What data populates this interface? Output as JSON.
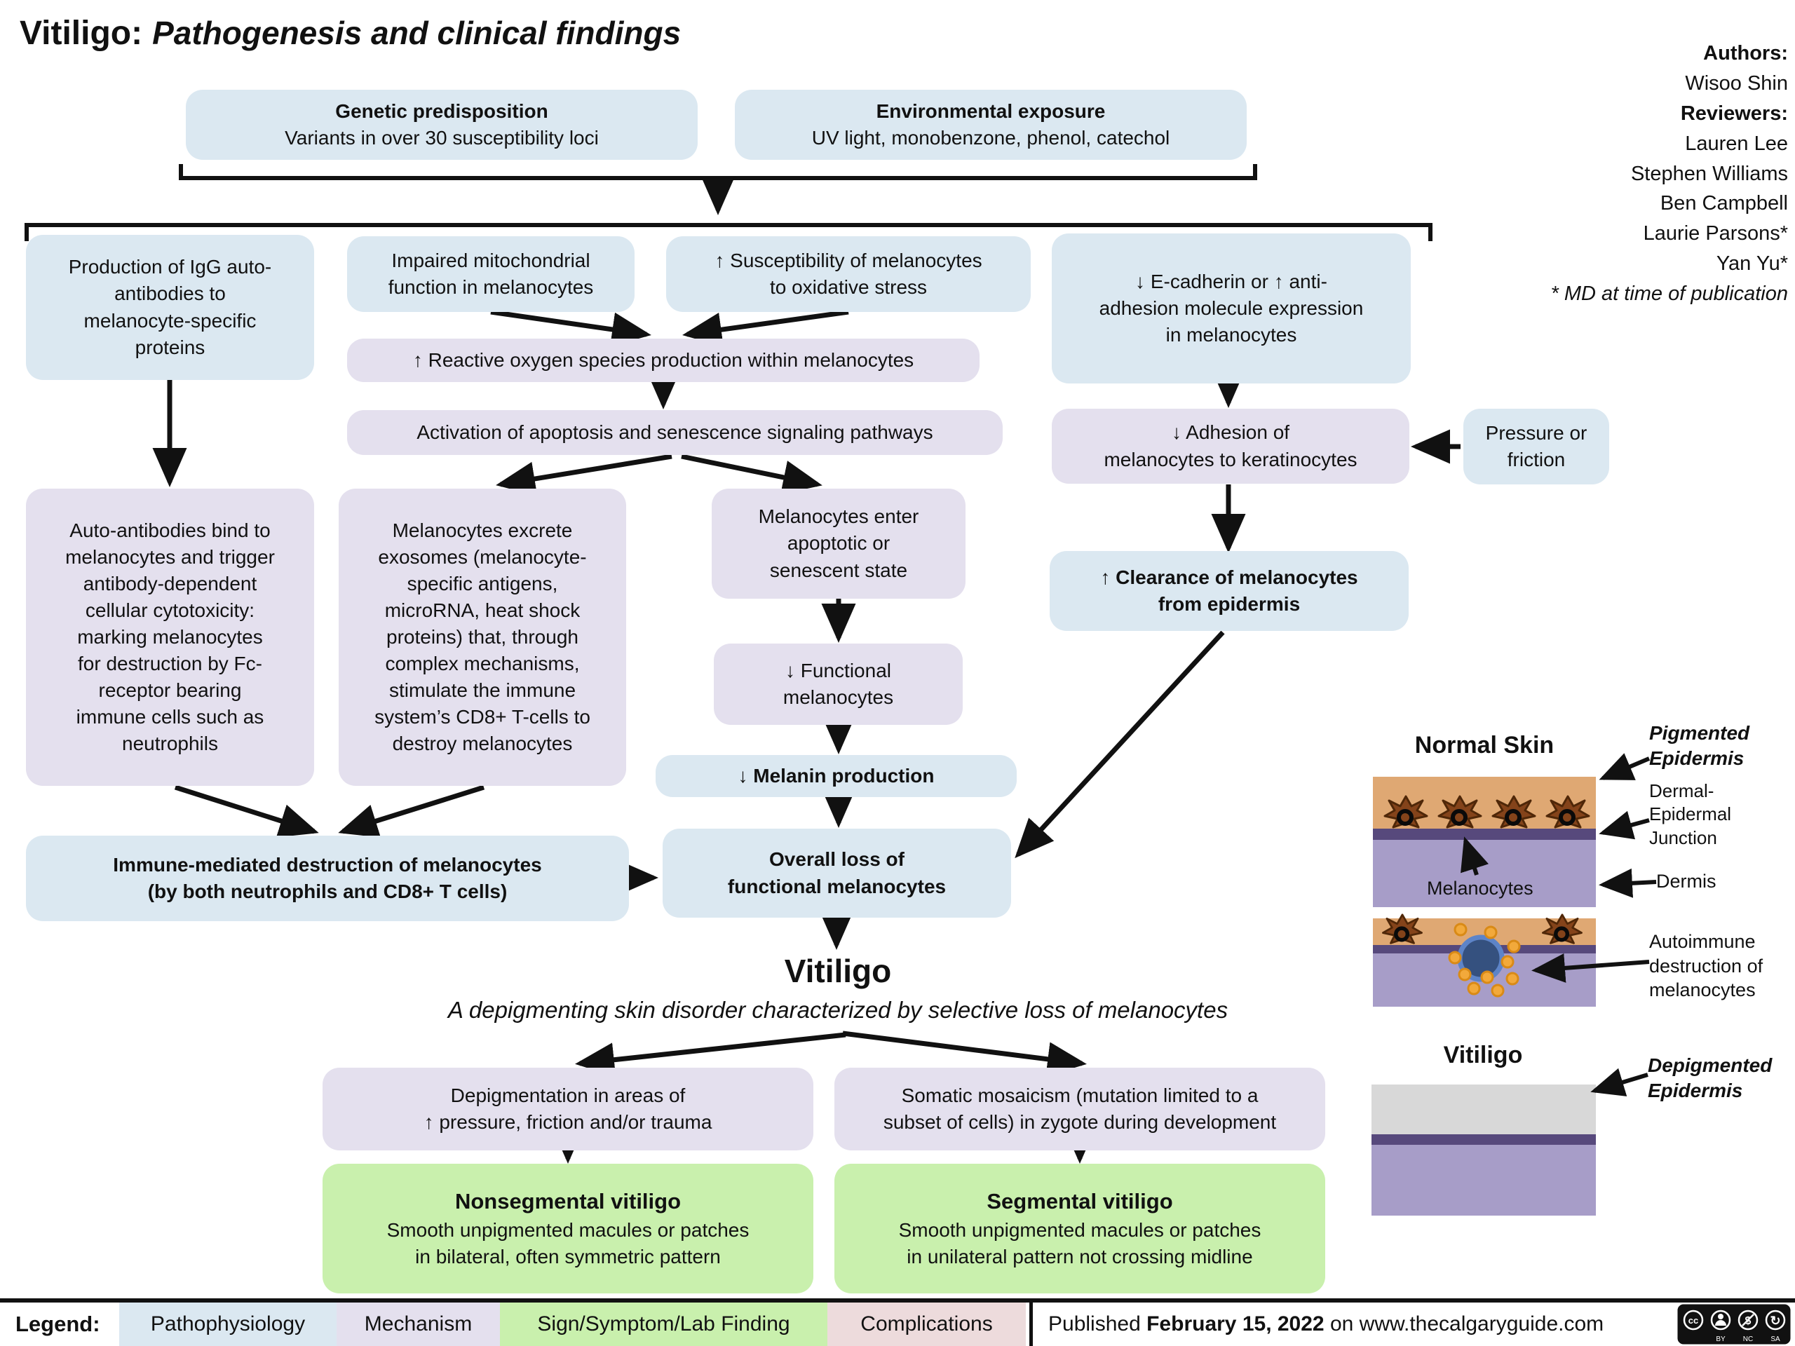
{
  "title": {
    "prefix": "Vitiligo:",
    "rest": "Pathogenesis and clinical findings"
  },
  "credits": {
    "authors_label": "Authors:",
    "authors": "Wisoo Shin",
    "reviewers_label": "Reviewers:",
    "reviewers": "Lauren Lee\nStephen Williams\nBen Campbell\nLaurie Parsons*\nYan Yu*",
    "note": "* MD at time of publication"
  },
  "flow": {
    "genetic_title": "Genetic predisposition",
    "genetic_sub": "Variants in over 30 susceptibility loci",
    "env_title": "Environmental exposure",
    "env_sub": "UV light, monobenzone, phenol, catechol",
    "igg": "Production of IgG auto-\nantibodies to\nmelanocyte-specific\nproteins",
    "mito": "Impaired mitochondrial\nfunction in melanocytes",
    "suscept": "↑ Susceptibility of melanocytes\nto oxidative stress",
    "ecad": "↓ E-cadherin or ↑ anti-\nadhesion molecule expression\nin melanocytes",
    "ros": "↑ Reactive oxygen species production within melanocytes",
    "activation": "Activation of apoptosis and senescence signaling pathways",
    "autoantibodies": "Auto-antibodies bind to\nmelanocytes and trigger\nantibody-dependent\ncellular cytotoxicity:\nmarking melanocytes\nfor destruction by Fc-\nreceptor bearing\nimmune cells such as\nneutrophils",
    "exosomes": "Melanocytes excrete\nexosomes (melanocyte-\nspecific antigens,\nmicroRNA, heat shock\nproteins) that, through\ncomplex mechanisms,\nstimulate the immune\nsystem’s CD8+ T-cells to\ndestroy melanocytes",
    "apoptotic_state": "Melanocytes enter\napoptotic or\nsenescent state",
    "functional": "↓ Functional\nmelanocytes",
    "melanin": "↓ Melanin production",
    "adhesion": "↓ Adhesion of\nmelanocytes to keratinocytes",
    "pressure": "Pressure or\nfriction",
    "clearance": "↑ Clearance of melanocytes\nfrom epidermis",
    "immune_destruction": "Immune-mediated destruction of melanocytes\n(by both neutrophils and CD8+ T cells)",
    "overall_loss": "Overall loss of\nfunctional melanocytes",
    "vitiligo_title": "Vitiligo",
    "vitiligo_sub": "A depigmenting skin disorder characterized by selective loss of melanocytes",
    "depig": "Depigmentation in areas of\n↑ pressure, friction and/or trauma",
    "somatic": "Somatic mosaicism (mutation limited to a\nsubset of cells) in zygote during development",
    "nonseg_title": "Nonsegmental vitiligo",
    "nonseg_body": "Smooth unpigmented macules or patches\nin bilateral, often symmetric pattern",
    "seg_title": "Segmental vitiligo",
    "seg_body": "Smooth unpigmented macules or patches\nin unilateral pattern not crossing midline"
  },
  "skin": {
    "normal_title": "Normal Skin",
    "vitiligo_title": "Vitiligo",
    "labels": {
      "pigmented": "Pigmented\nEpidermis",
      "dej": "Dermal-\nEpidermal\nJunction",
      "dermis": "Dermis",
      "melanocytes": "Melanocytes",
      "autoimmune": "Autoimmune\ndestruction of\nmelanocytes",
      "depigmented": "Depigmented\nEpidermis"
    },
    "colors": {
      "epidermis": "#dfa873",
      "junction": "#57497c",
      "dermis": "#a79dc8",
      "depigmented_epidermis": "#d8d8d8"
    }
  },
  "legend": {
    "label": "Legend:",
    "items": [
      {
        "label": "Pathophysiology",
        "color": "#dbe8f1"
      },
      {
        "label": "Mechanism",
        "color": "#e4e0ee"
      },
      {
        "label": "Sign/Symptom/Lab Finding",
        "color": "#c9f0ad"
      },
      {
        "label": "Complications",
        "color": "#eddbdc"
      }
    ],
    "published_prefix": "Published ",
    "published_date": "February 15, 2022",
    "published_suffix": " on www.thecalgaryguide.com",
    "license": "CC BY-NC-SA"
  }
}
